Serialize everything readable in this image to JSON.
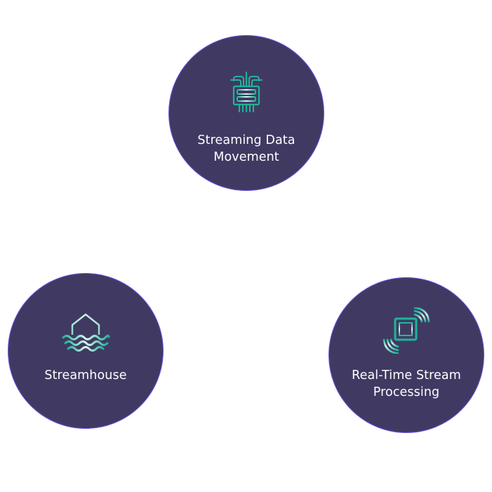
{
  "colors": {
    "background": "#ffffff",
    "circle_fill": "#403a62",
    "circle_border": "#6e55e6",
    "icon_teal": "#1fb597",
    "icon_light": "#bfeee3",
    "label_text": "#ffffff"
  },
  "nodes": [
    {
      "id": "streaming-data-movement",
      "icon": "circuit-chip-icon",
      "label_line1": "Streaming Data",
      "label_line2": "Movement"
    },
    {
      "id": "streamhouse",
      "icon": "house-on-waves-icon",
      "label_line1": "Streamhouse",
      "label_line2": ""
    },
    {
      "id": "real-time-stream-processing",
      "icon": "signal-square-icon",
      "label_line1": "Real-Time Stream",
      "label_line2": "Processing"
    }
  ]
}
